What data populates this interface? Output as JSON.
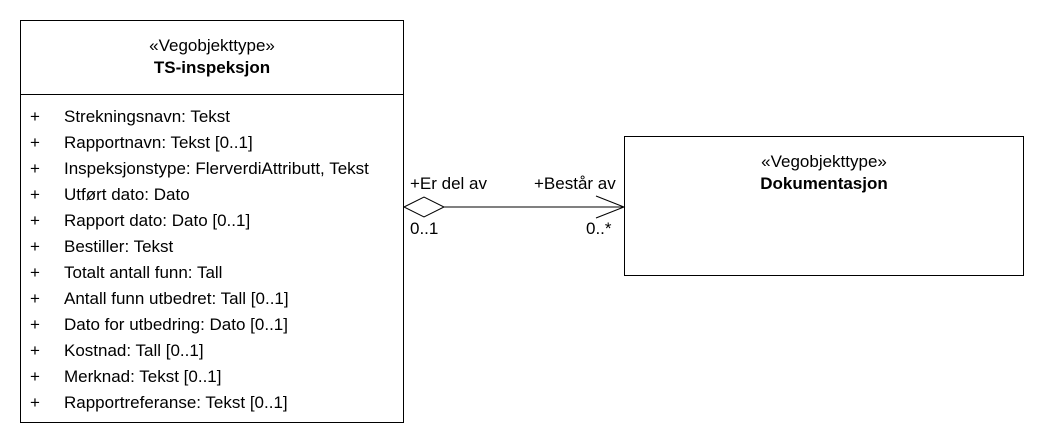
{
  "classes": {
    "ts_inspeksjon": {
      "stereotype": "«Vegobjekttype»",
      "name": "TS-inspeksjon",
      "attributes": [
        {
          "visibility": "+",
          "text": "Strekningsnavn: Tekst"
        },
        {
          "visibility": "+",
          "text": "Rapportnavn: Tekst [0..1]"
        },
        {
          "visibility": "+",
          "text": "Inspeksjonstype: FlerverdiAttributt, Tekst"
        },
        {
          "visibility": "+",
          "text": "Utført dato: Dato"
        },
        {
          "visibility": "+",
          "text": "Rapport dato: Dato [0..1]"
        },
        {
          "visibility": "+",
          "text": "Bestiller: Tekst"
        },
        {
          "visibility": "+",
          "text": "Totalt antall funn: Tall"
        },
        {
          "visibility": "+",
          "text": "Antall funn utbedret: Tall [0..1]"
        },
        {
          "visibility": "+",
          "text": "Dato for utbedring: Dato [0..1]"
        },
        {
          "visibility": "+",
          "text": "Kostnad: Tall [0..1]"
        },
        {
          "visibility": "+",
          "text": "Merknad: Tekst [0..1]"
        },
        {
          "visibility": "+",
          "text": "Rapportreferanse: Tekst [0..1]"
        }
      ]
    },
    "dokumentasjon": {
      "stereotype": "«Vegobjekttype»",
      "name": "Dokumentasjon"
    }
  },
  "association": {
    "source_role": "+Er del av",
    "source_multiplicity": "0..1",
    "target_role": "+Består av",
    "target_multiplicity": "0..*"
  }
}
